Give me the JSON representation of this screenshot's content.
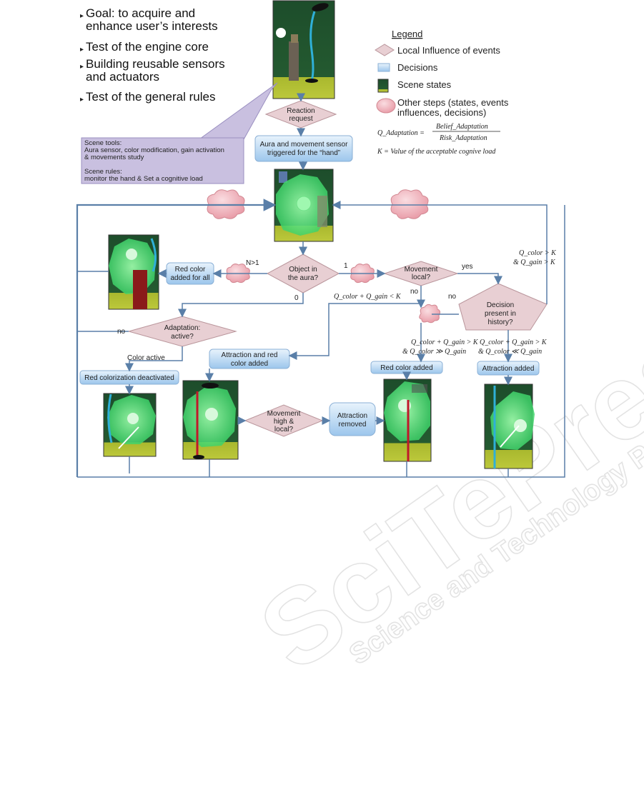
{
  "goals": [
    "Goal: to acquire and",
    "enhance user’s interests",
    "Test of the engine core",
    "Building reusable sensors",
    "and actuators",
    "Test of the general rules"
  ],
  "legend": {
    "title": "Legend",
    "items": [
      "Local Influence of events",
      "Decisions",
      "Scene states",
      "Other steps (states, events",
      "influences, decisions)"
    ]
  },
  "formula": {
    "q_left": "Q_Adaptation =",
    "numerator": "Belief_Adaptation",
    "denominator": "Risk_Adaptation",
    "k_def": "K = Value of the acceptable cognive load"
  },
  "scene_note": {
    "lines": [
      "Scene tools:",
      "Aura sensor, color modification,  gain activation",
      "& movements study",
      "",
      "Scene rules:",
      "monitor the hand  & Set a cognitive load"
    ]
  },
  "nodes": {
    "reaction_request": [
      "Reaction",
      "request"
    ],
    "aura_sensor": [
      "Aura and movement sensor",
      "triggered for the “hand”"
    ],
    "object_in_aura": [
      "Object  in",
      "the aura?"
    ],
    "movement_local": [
      "Movement",
      "local?"
    ],
    "decision_history": [
      "Decision",
      "present in",
      "history?"
    ],
    "red_color_all": [
      "Red color",
      "added for all"
    ],
    "adaptation_active": [
      "Adaptation:",
      "active?"
    ],
    "red_colorization_deactivated": "Red colorization deactivated",
    "attraction_red_color": [
      "Attraction and red",
      "color added"
    ],
    "movement_high_local": [
      "Movement",
      "high &",
      "local?"
    ],
    "attraction_removed": [
      "Attraction",
      "removed"
    ],
    "red_color_added": "Red color added",
    "attraction_added": "Attraction added"
  },
  "edge_labels": {
    "n_gt_1": "N>1",
    "one": "1",
    "zero": "0",
    "yes": "yes",
    "no_movement": "no",
    "no_decision": "no",
    "no_adaptation": "no",
    "color_active": "Color active",
    "cond_sum_lt_k": "Q_color + Q_gain  < K",
    "cond_color_k_1": "Q_color  > K",
    "cond_color_k_2": "& Q_gain > K",
    "cond_red_1": "Q_color + Q_gain  > K",
    "cond_red_2": "& Q_color ≫ Q_gain",
    "cond_attr_1": "Q_color + Q_gain  > K",
    "cond_attr_2": "& Q_color ≪ Q_gain"
  },
  "watermark": [
    "SciTePress",
    "Science and Technology Publications"
  ],
  "colors": {
    "diamond_fill": "#e8cfd3",
    "decision_fill": "#cde3f7",
    "cloud_fill": "#f2b7bf",
    "scene_dark": "#1f4a2a",
    "scene_floor": "#a9b82e",
    "aura": "#5fe07a",
    "arrow": "#5a7fa8",
    "note_fill": "#c9c0e0"
  }
}
